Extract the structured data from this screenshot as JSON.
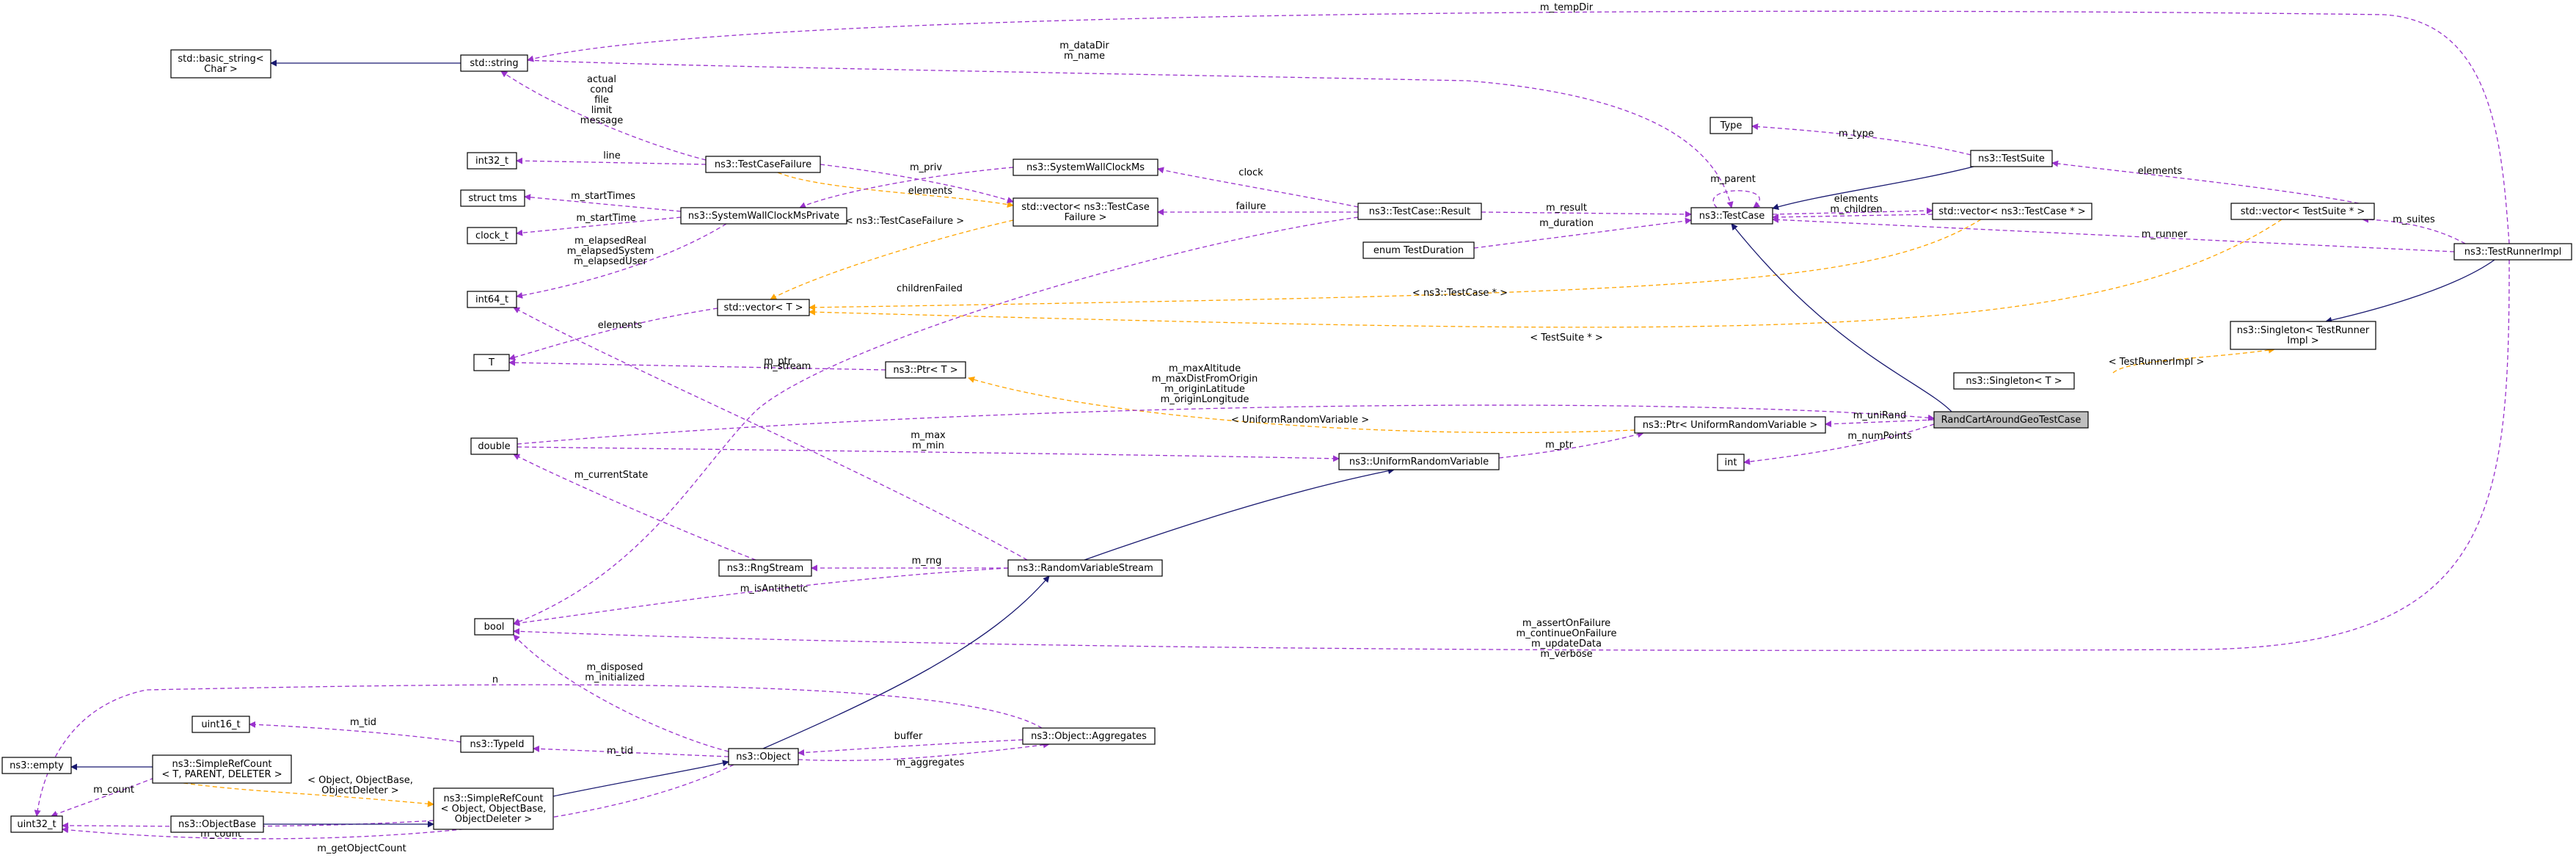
{
  "colors": {
    "inheritance": "#191970",
    "usage": "#9a32cd",
    "template": "#ffa500",
    "focus_fill": "#bfbfbf"
  },
  "nodes": [
    {
      "id": "basic_string",
      "lines": [
        "std::basic_string<",
        "Char >"
      ]
    },
    {
      "id": "string",
      "lines": [
        "std::string"
      ]
    },
    {
      "id": "int32",
      "lines": [
        "int32_t"
      ]
    },
    {
      "id": "tcfailure",
      "lines": [
        "ns3::TestCaseFailure"
      ]
    },
    {
      "id": "tms",
      "lines": [
        "struct tms"
      ]
    },
    {
      "id": "swcmp",
      "lines": [
        "ns3::SystemWallClockMsPrivate"
      ]
    },
    {
      "id": "swcm",
      "lines": [
        "ns3::SystemWallClockMs"
      ]
    },
    {
      "id": "clock",
      "lines": [
        "clock_t"
      ]
    },
    {
      "id": "int64",
      "lines": [
        "int64_t"
      ]
    },
    {
      "id": "vec_tcf",
      "lines": [
        "std::vector< ns3::TestCase",
        "Failure >"
      ]
    },
    {
      "id": "result",
      "lines": [
        "ns3::TestCase::Result"
      ]
    },
    {
      "id": "duration",
      "lines": [
        "enum TestDuration"
      ]
    },
    {
      "id": "vecT",
      "lines": [
        "std::vector< T >"
      ]
    },
    {
      "id": "T",
      "lines": [
        "T"
      ]
    },
    {
      "id": "ptrT",
      "lines": [
        "ns3::Ptr< T >"
      ]
    },
    {
      "id": "double",
      "lines": [
        "double"
      ]
    },
    {
      "id": "ptrurv",
      "lines": [
        "ns3::Ptr< UniformRandomVariable >"
      ]
    },
    {
      "id": "urv",
      "lines": [
        "ns3::UniformRandomVariable"
      ]
    },
    {
      "id": "int",
      "lines": [
        "int"
      ]
    },
    {
      "id": "focus",
      "lines": [
        "RandCartAroundGeoTestCase"
      ]
    },
    {
      "id": "type",
      "lines": [
        "Type"
      ]
    },
    {
      "id": "testsuite",
      "lines": [
        "ns3::TestSuite"
      ]
    },
    {
      "id": "testcase",
      "lines": [
        "ns3::TestCase"
      ]
    },
    {
      "id": "vec_tc",
      "lines": [
        "std::vector< ns3::TestCase * >"
      ]
    },
    {
      "id": "vec_ts",
      "lines": [
        "std::vector< TestSuite * >"
      ]
    },
    {
      "id": "runner",
      "lines": [
        "ns3::TestRunnerImpl"
      ]
    },
    {
      "id": "singleton_tri",
      "lines": [
        "ns3::Singleton< TestRunner",
        "Impl >"
      ]
    },
    {
      "id": "singletonT",
      "lines": [
        "ns3::Singleton< T >"
      ]
    },
    {
      "id": "rngstream",
      "lines": [
        "ns3::RngStream"
      ]
    },
    {
      "id": "rvs",
      "lines": [
        "ns3::RandomVariableStream"
      ]
    },
    {
      "id": "bool",
      "lines": [
        "bool"
      ]
    },
    {
      "id": "uint16",
      "lines": [
        "uint16_t"
      ]
    },
    {
      "id": "empty",
      "lines": [
        "ns3::empty"
      ]
    },
    {
      "id": "srcT",
      "lines": [
        "ns3::SimpleRefCount",
        "< T, PARENT, DELETER >"
      ]
    },
    {
      "id": "typeid",
      "lines": [
        "ns3::TypeId"
      ]
    },
    {
      "id": "object",
      "lines": [
        "ns3::Object"
      ]
    },
    {
      "id": "aggregates",
      "lines": [
        "ns3::Object::Aggregates"
      ]
    },
    {
      "id": "uint32",
      "lines": [
        "uint32_t"
      ]
    },
    {
      "id": "objectbase",
      "lines": [
        "ns3::ObjectBase"
      ]
    },
    {
      "id": "srcObj",
      "lines": [
        "ns3::SimpleRefCount",
        "< Object, ObjectBase,",
        "ObjectDeleter >"
      ]
    }
  ],
  "edges": [
    {
      "from": "basic_string",
      "to": "string",
      "kind": "inheritance",
      "label": []
    },
    {
      "from": "string",
      "to": "tcfailure",
      "kind": "usage",
      "label": [
        "actual",
        "cond",
        "file",
        "limit",
        "message"
      ]
    },
    {
      "from": "int32",
      "to": "tcfailure",
      "kind": "usage",
      "label": [
        "line"
      ]
    },
    {
      "from": "tcfailure",
      "to": "vec_tcf",
      "kind": "template",
      "label": [
        "< ns3::TestCaseFailure >"
      ]
    },
    {
      "from": "tms",
      "to": "swcmp",
      "kind": "usage",
      "label": [
        "m_startTimes"
      ]
    },
    {
      "from": "clock",
      "to": "swcmp",
      "kind": "usage",
      "label": [
        "m_startTime"
      ]
    },
    {
      "from": "int64",
      "to": "swcmp",
      "kind": "usage",
      "label": [
        "m_elapsedReal",
        "m_elapsedSystem",
        "m_elapsedUser"
      ]
    },
    {
      "from": "swcmp",
      "to": "swcm",
      "kind": "usage",
      "label": [
        "m_priv"
      ]
    },
    {
      "from": "swcm",
      "to": "result",
      "kind": "usage",
      "label": [
        "clock"
      ]
    },
    {
      "from": "vec_tcf",
      "to": "result",
      "kind": "usage",
      "label": [
        "failure"
      ]
    },
    {
      "from": "tcfailure",
      "to": "vec_tcf",
      "kind": "usage",
      "label": [
        "elements"
      ]
    },
    {
      "from": "bool",
      "to": "result",
      "kind": "usage",
      "label": [
        "childrenFailed"
      ]
    },
    {
      "from": "T",
      "to": "vecT",
      "kind": "usage",
      "label": [
        "elements"
      ]
    },
    {
      "from": "vecT",
      "to": "vec_tcf",
      "kind": "template",
      "label": []
    },
    {
      "from": "vecT",
      "to": "vec_tc",
      "kind": "template",
      "label": [
        "< ns3::TestCase * >"
      ]
    },
    {
      "from": "vecT",
      "to": "vec_ts",
      "kind": "template",
      "label": [
        "< TestSuite * >"
      ]
    },
    {
      "from": "T",
      "to": "ptrT",
      "kind": "usage",
      "label": [
        "m_ptr"
      ]
    },
    {
      "from": "ptrT",
      "to": "ptrurv",
      "kind": "template",
      "label": [
        "< UniformRandomVariable >"
      ]
    },
    {
      "from": "string",
      "to": "testcase",
      "kind": "usage",
      "label": [
        "m_dataDir",
        "m_name"
      ]
    },
    {
      "from": "string",
      "to": "runner",
      "kind": "usage",
      "label": [
        "m_tempDir"
      ]
    },
    {
      "from": "result",
      "to": "testcase",
      "kind": "usage",
      "label": [
        "m_result"
      ]
    },
    {
      "from": "duration",
      "to": "testcase",
      "kind": "usage",
      "label": [
        "m_duration"
      ]
    },
    {
      "from": "testcase",
      "to": "testcase",
      "kind": "usage",
      "label": [
        "m_parent"
      ]
    },
    {
      "from": "testcase",
      "to": "vec_tc",
      "kind": "usage",
      "label": [
        "elements"
      ]
    },
    {
      "from": "vec_tc",
      "to": "testcase",
      "kind": "usage",
      "label": [
        "m_children"
      ]
    },
    {
      "from": "type",
      "to": "testsuite",
      "kind": "usage",
      "label": [
        "m_type"
      ]
    },
    {
      "from": "testsuite",
      "to": "testcase",
      "kind": "inheritance",
      "label": []
    },
    {
      "from": "testsuite",
      "to": "vec_ts",
      "kind": "usage",
      "label": [
        "elements"
      ]
    },
    {
      "from": "vec_ts",
      "to": "runner",
      "kind": "usage",
      "label": [
        "m_suites"
      ]
    },
    {
      "from": "runner",
      "to": "testcase",
      "kind": "usage",
      "label": [
        "m_runner"
      ]
    },
    {
      "from": "runner",
      "to": "singleton_tri",
      "kind": "inheritance",
      "label": []
    },
    {
      "from": "singletonT",
      "to": "singleton_tri",
      "kind": "template",
      "label": [
        "< TestRunnerImpl >"
      ]
    },
    {
      "from": "runner",
      "to": "bool",
      "kind": "usage",
      "label": [
        "m_assertOnFailure",
        "m_continueOnFailure",
        "m_updateData",
        "m_verbose"
      ]
    },
    {
      "from": "testcase",
      "to": "focus",
      "kind": "inheritance",
      "label": []
    },
    {
      "from": "double",
      "to": "focus",
      "kind": "usage",
      "label": [
        "m_maxAltitude",
        "m_maxDistFromOrigin",
        "m_originLatitude",
        "m_originLongitude"
      ]
    },
    {
      "from": "ptrurv",
      "to": "focus",
      "kind": "usage",
      "label": [
        "m_uniRand"
      ]
    },
    {
      "from": "int",
      "to": "focus",
      "kind": "usage",
      "label": [
        "m_numPoints"
      ]
    },
    {
      "from": "urv",
      "to": "ptrurv",
      "kind": "usage",
      "label": [
        "m_ptr"
      ]
    },
    {
      "from": "double",
      "to": "urv",
      "kind": "usage",
      "label": [
        "m_max",
        "m_min"
      ]
    },
    {
      "from": "rvs",
      "to": "urv",
      "kind": "inheritance",
      "label": []
    },
    {
      "from": "double",
      "to": "rngstream",
      "kind": "usage",
      "label": [
        "m_currentState"
      ]
    },
    {
      "from": "rngstream",
      "to": "rvs",
      "kind": "usage",
      "label": [
        "m_rng"
      ]
    },
    {
      "from": "int64",
      "to": "rvs",
      "kind": "usage",
      "label": [
        "m_stream"
      ]
    },
    {
      "from": "bool",
      "to": "rvs",
      "kind": "usage",
      "label": [
        "m_isAntithetic"
      ]
    },
    {
      "from": "object",
      "to": "rvs",
      "kind": "inheritance",
      "label": []
    },
    {
      "from": "bool",
      "to": "object",
      "kind": "usage",
      "label": [
        "m_disposed",
        "m_initialized"
      ]
    },
    {
      "from": "uint16",
      "to": "typeid",
      "kind": "usage",
      "label": [
        "m_tid"
      ]
    },
    {
      "from": "typeid",
      "to": "object",
      "kind": "usage",
      "label": [
        "m_tid"
      ]
    },
    {
      "from": "aggregates",
      "to": "object",
      "kind": "usage",
      "label": [
        "buffer"
      ]
    },
    {
      "from": "object",
      "to": "aggregates",
      "kind": "usage",
      "label": [
        "m_aggregates"
      ]
    },
    {
      "from": "uint32",
      "to": "aggregates",
      "kind": "usage",
      "label": [
        "n"
      ]
    },
    {
      "from": "empty",
      "to": "srcT",
      "kind": "inheritance",
      "label": []
    },
    {
      "from": "uint32",
      "to": "srcT",
      "kind": "usage",
      "label": [
        "m_count"
      ]
    },
    {
      "from": "srcT",
      "to": "srcObj",
      "kind": "template",
      "label": [
        "< Object, ObjectBase,",
        "ObjectDeleter >"
      ]
    },
    {
      "from": "uint32",
      "to": "srcObj",
      "kind": "usage",
      "label": [
        "m_count"
      ]
    },
    {
      "from": "objectbase",
      "to": "srcObj",
      "kind": "inheritance",
      "label": []
    },
    {
      "from": "srcObj",
      "to": "object",
      "kind": "inheritance",
      "label": []
    },
    {
      "from": "uint32",
      "to": "object",
      "kind": "usage",
      "label": [
        "m_getObjectCount"
      ]
    }
  ]
}
